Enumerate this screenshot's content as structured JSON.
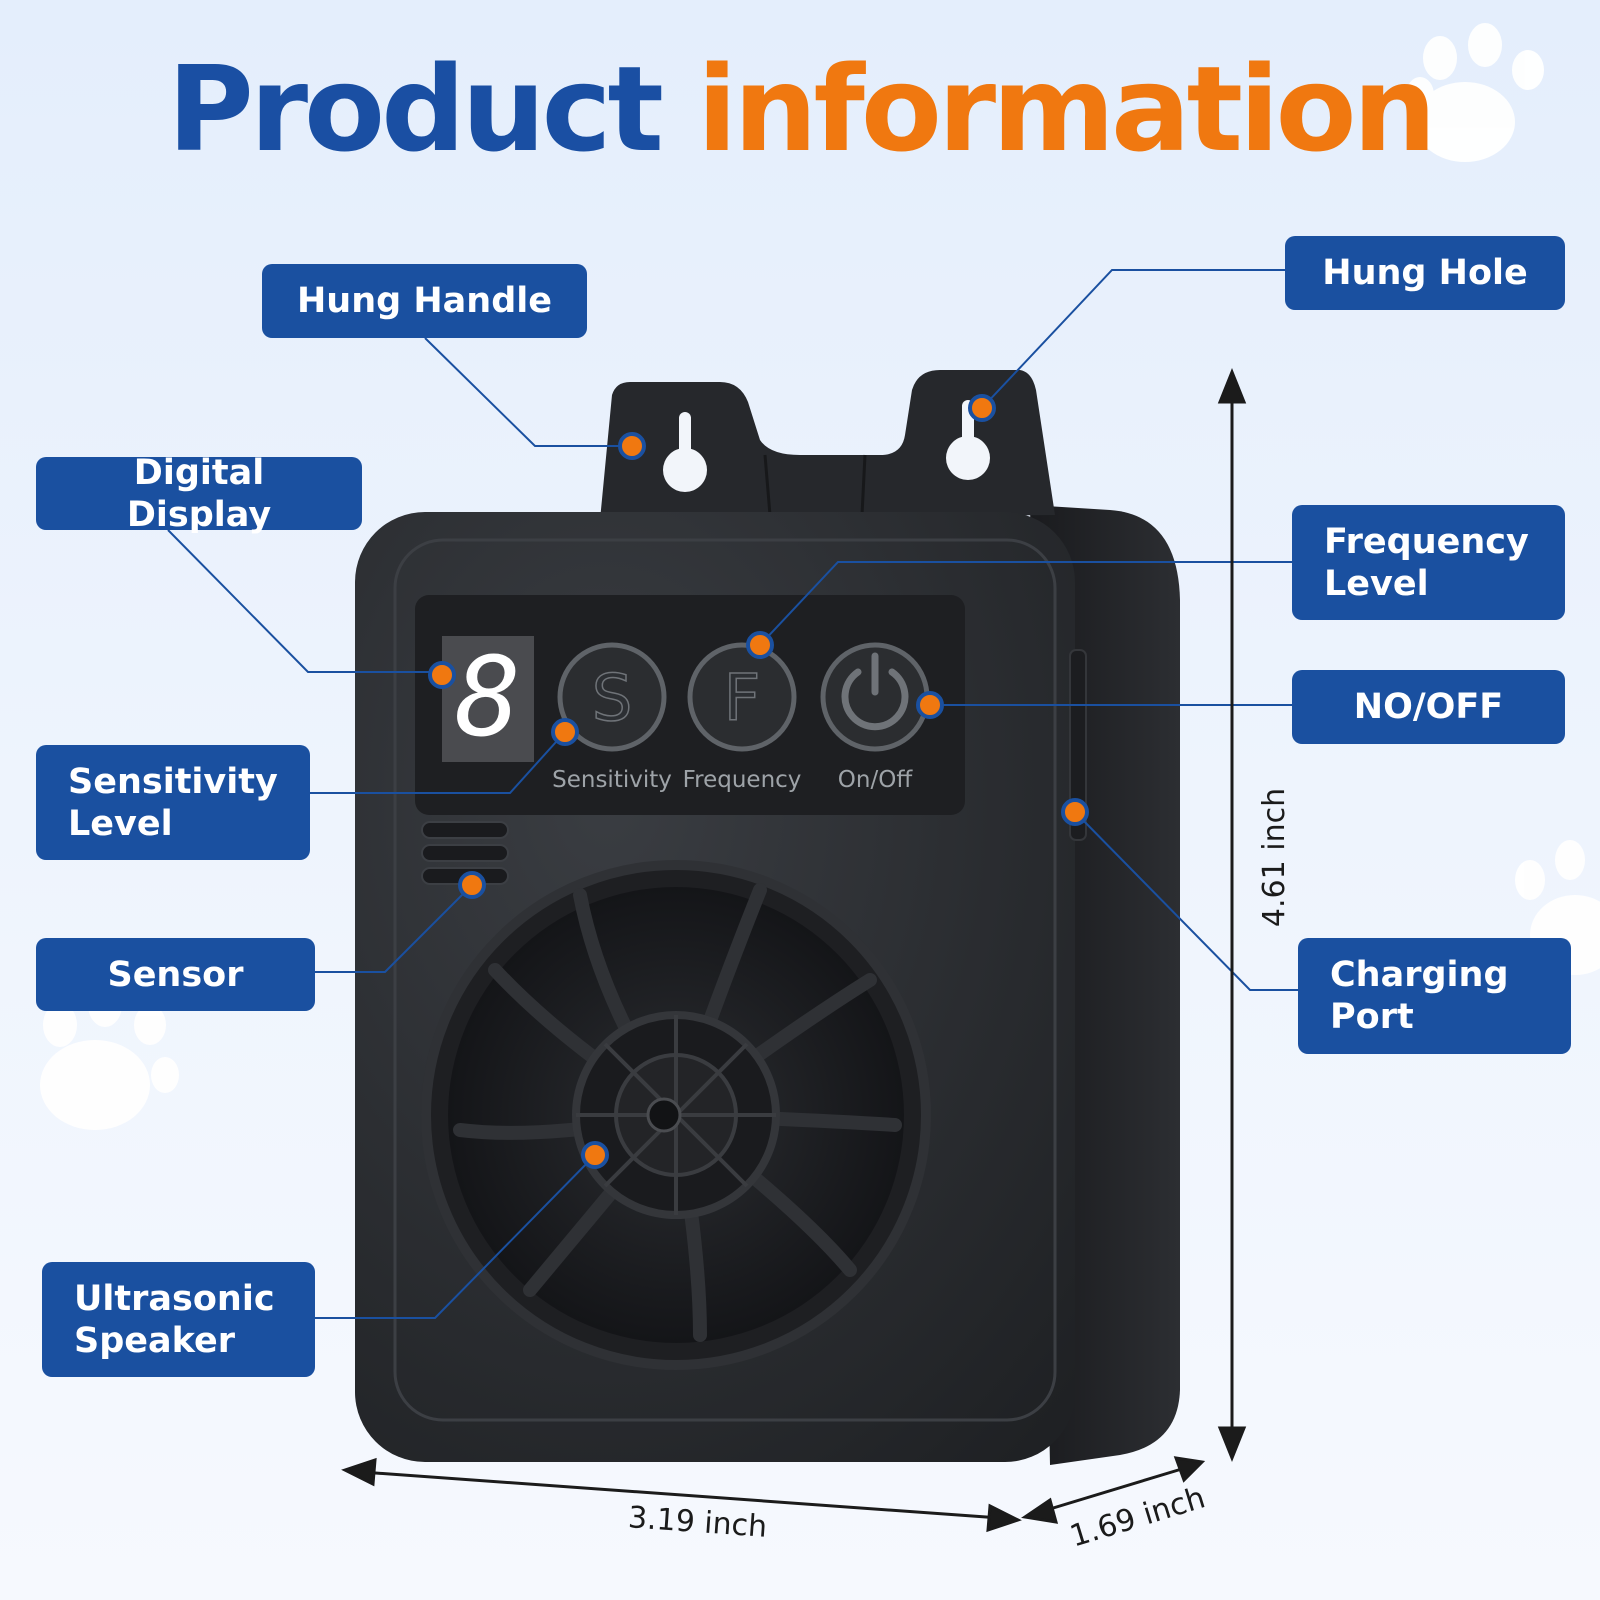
{
  "title": {
    "word1": "Product",
    "word2": "information"
  },
  "labels": {
    "hung_handle": "Hung Handle",
    "hung_hole": "Hung Hole",
    "digital_display": "Digital Display",
    "frequency_level": [
      "Frequency",
      "Level"
    ],
    "on_off": "NO/OFF",
    "sensitivity_level": [
      "Sensitivity",
      "Level"
    ],
    "sensor": "Sensor",
    "charging_port": [
      "Charging",
      "Port"
    ],
    "ultrasonic_speaker": [
      "Ultrasonic",
      "Speaker"
    ]
  },
  "device": {
    "display_digit": "8",
    "buttons": [
      {
        "glyph": "S",
        "label": "Sensitivity"
      },
      {
        "glyph": "F",
        "label": "Frequency"
      },
      {
        "glyph": "power-icon",
        "label": "On/Off"
      }
    ]
  },
  "dimensions": {
    "height": "4.61 inch",
    "width": "3.19 inch",
    "depth": "1.69 inch"
  },
  "colors": {
    "label_bg": "#1a50a0",
    "accent_orange": "#f07810",
    "title_blue": "#1a4fa3",
    "device_black": "#2a2c30"
  }
}
